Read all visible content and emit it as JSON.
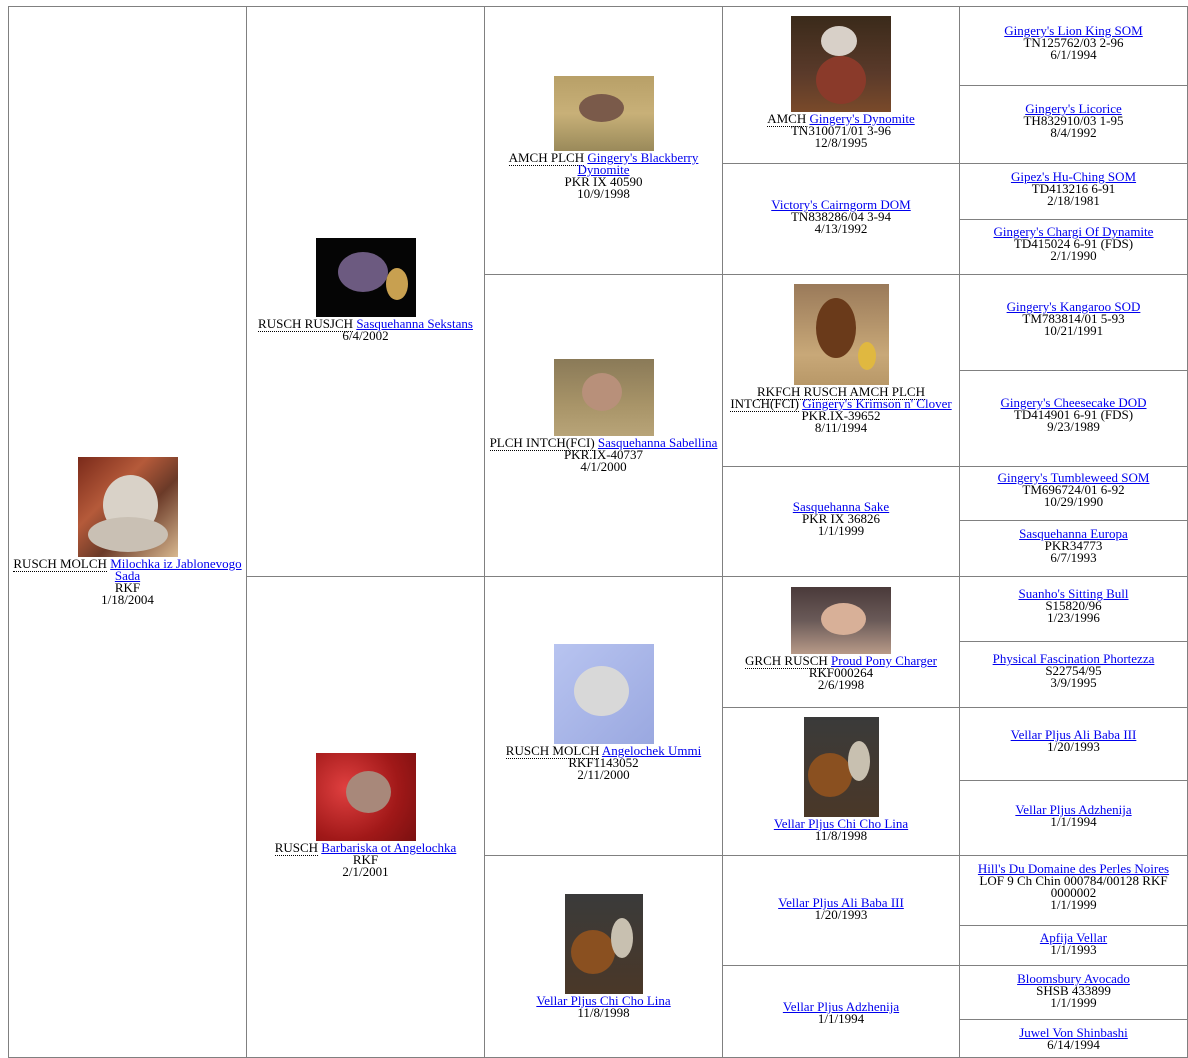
{
  "colors": {
    "link": "#0000ee",
    "border": "#808080",
    "text": "#000000"
  },
  "gen1": {
    "photo": "dog-photo",
    "title": "RUSCH MOLCH",
    "name": "Milochka iz Jablonevogo Sada",
    "reg": "RKF",
    "dob": "1/18/2004"
  },
  "gen2": [
    {
      "photo": "dog-photo",
      "title": "RUSCH RUSJCH",
      "name": "Sasquehanna Sekstans",
      "reg": "",
      "dob": "6/4/2002"
    },
    {
      "photo": "dog-photo",
      "title": "RUSCH",
      "name": "Barbariska ot Angelochka",
      "reg": "RKF",
      "dob": "2/1/2001"
    }
  ],
  "gen3": [
    {
      "photo": "dog-photo",
      "title": "AMCH PLCH",
      "name": "Gingery's Blackberry Dynomite",
      "reg": "PKR IX 40590",
      "dob": "10/9/1998"
    },
    {
      "photo": "dog-photo",
      "title": "PLCH INTCH(FCI)",
      "name": "Sasquehanna Sabellina",
      "reg": "PKR.IX-40737",
      "dob": "4/1/2000"
    },
    {
      "photo": "dog-photo",
      "title": "RUSCH MOLCH",
      "name": "Angelochek Ummi",
      "reg": "RKF1143052",
      "dob": "2/11/2000"
    },
    {
      "photo": "dog-photo",
      "title": "",
      "name": "Vellar Pljus Chi Cho Lina",
      "reg": "",
      "dob": "11/8/1998"
    }
  ],
  "gen4": [
    {
      "photo": "dog-photo",
      "title": "AMCH",
      "name": "Gingery's Dynomite",
      "reg": "TN310071/01 3-96",
      "dob": "12/8/1995"
    },
    {
      "photo": "",
      "title": "",
      "name": "Victory's Cairngorm DOM",
      "reg": "TN838286/04 3-94",
      "dob": "4/13/1992"
    },
    {
      "photo": "dog-photo",
      "title": "RKFCH RUSCH AMCH PLCH INTCH(FCI)",
      "name": "Gingery's Krimson n' Clover",
      "reg": "PKR.IX-39652",
      "dob": "8/11/1994"
    },
    {
      "photo": "",
      "title": "",
      "name": "Sasquehanna Sake",
      "reg": "PKR IX 36826",
      "dob": "1/1/1999"
    },
    {
      "photo": "dog-photo",
      "title": "GRCH RUSCH",
      "name": "Proud Pony Charger",
      "reg": "RKF000264",
      "dob": "2/6/1998"
    },
    {
      "photo": "dog-photo",
      "title": "",
      "name": "Vellar Pljus Chi Cho Lina",
      "reg": "",
      "dob": "11/8/1998"
    },
    {
      "photo": "",
      "title": "",
      "name": "Vellar Pljus Ali Baba III",
      "reg": "",
      "dob": "1/20/1993"
    },
    {
      "photo": "",
      "title": "",
      "name": "Vellar Pljus Adzhenija",
      "reg": "",
      "dob": "1/1/1994"
    }
  ],
  "gen5": [
    {
      "name": "Gingery's Lion King SOM",
      "reg": "TN125762/03 2-96",
      "dob": "6/1/1994"
    },
    {
      "name": "Gingery's Licorice",
      "reg": "TH832910/03 1-95",
      "dob": "8/4/1992"
    },
    {
      "name": "Gipez's Hu-Ching SOM",
      "reg": "TD413216 6-91",
      "dob": "2/18/1981"
    },
    {
      "name": "Gingery's Chargi Of Dynamite",
      "reg": "TD415024 6-91 (FDS)",
      "dob": "2/1/1990"
    },
    {
      "name": "Gingery's Kangaroo SOD",
      "reg": "TM783814/01 5-93",
      "dob": "10/21/1991"
    },
    {
      "name": "Gingery's Cheesecake DOD",
      "reg": "TD414901 6-91 (FDS)",
      "dob": "9/23/1989"
    },
    {
      "name": "Gingery's Tumbleweed SOM",
      "reg": "TM696724/01 6-92",
      "dob": "10/29/1990"
    },
    {
      "name": "Sasquehanna Europa",
      "reg": "PKR34773",
      "dob": "6/7/1993"
    },
    {
      "name": "Suanho's Sitting Bull",
      "reg": "S15820/96",
      "dob": "1/23/1996"
    },
    {
      "name": "Physical Fascination Phortezza",
      "reg": "S22754/95",
      "dob": "3/9/1995"
    },
    {
      "name": "Vellar Pljus Ali Baba III",
      "reg": "",
      "dob": "1/20/1993"
    },
    {
      "name": "Vellar Pljus Adzhenija",
      "reg": "",
      "dob": "1/1/1994"
    },
    {
      "name": "Hill's Du Domaine des Perles Noires",
      "reg": "LOF 9 Ch Chin 000784/00128 RKF 0000002",
      "dob": "1/1/1999"
    },
    {
      "name": "Apfija Vellar",
      "reg": "",
      "dob": "1/1/1993"
    },
    {
      "name": "Bloomsbury Avocado",
      "reg": "SHSB 433899",
      "dob": "1/1/1999"
    },
    {
      "name": "Juwel Von Shinbashi",
      "reg": "",
      "dob": "6/14/1994"
    }
  ]
}
